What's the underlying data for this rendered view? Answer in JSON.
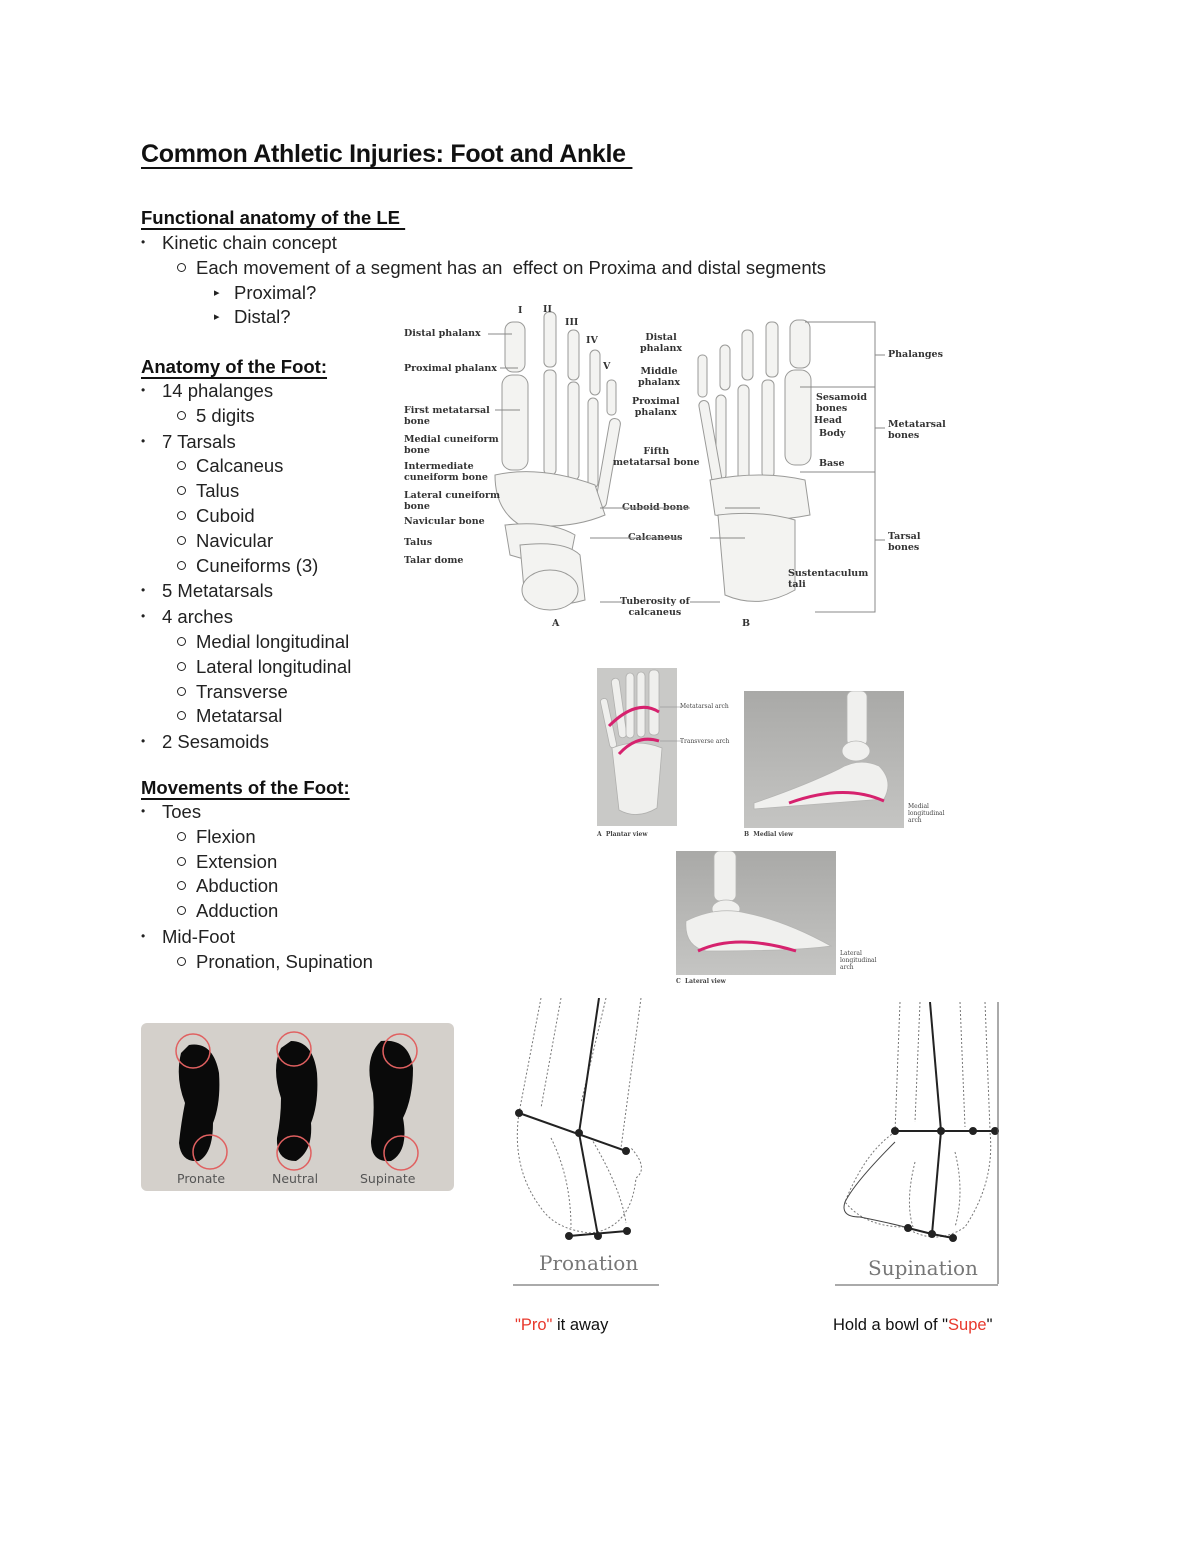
{
  "document": {
    "title": "Common Athletic Injuries: Foot and Ankle ",
    "sections": {
      "functional": {
        "heading": "Functional anatomy of the LE ",
        "items": [
          {
            "level": 1,
            "text": "Kinetic chain concept"
          },
          {
            "level": 2,
            "text": "Each movement of a segment has an  effect on Proxima and distal segments"
          },
          {
            "level": 3,
            "text": "Proximal?"
          },
          {
            "level": 3,
            "text": "Distal?"
          }
        ]
      },
      "anatomy": {
        "heading": "Anatomy of the Foot:",
        "items": [
          {
            "level": 1,
            "text": "14 phalanges"
          },
          {
            "level": 2,
            "text": "5 digits"
          },
          {
            "level": 1,
            "text": "7 Tarsals"
          },
          {
            "level": 2,
            "text": "Calcaneus"
          },
          {
            "level": 2,
            "text": "Talus"
          },
          {
            "level": 2,
            "text": "Cuboid"
          },
          {
            "level": 2,
            "text": "Navicular"
          },
          {
            "level": 2,
            "text": "Cuneiforms (3)"
          },
          {
            "level": 1,
            "text": "5 Metatarsals"
          },
          {
            "level": 1,
            "text": "4 arches"
          },
          {
            "level": 2,
            "text": "Medial longitudinal"
          },
          {
            "level": 2,
            "text": "Lateral longitudinal"
          },
          {
            "level": 2,
            "text": "Transverse"
          },
          {
            "level": 2,
            "text": "Metatarsal"
          },
          {
            "level": 1,
            "text": "2 Sesamoids"
          }
        ]
      },
      "movements": {
        "heading": "Movements of the Foot:",
        "items": [
          {
            "level": 1,
            "text": "Toes"
          },
          {
            "level": 2,
            "text": "Flexion"
          },
          {
            "level": 2,
            "text": "Extension"
          },
          {
            "level": 2,
            "text": "Abduction"
          },
          {
            "level": 2,
            "text": "Adduction"
          },
          {
            "level": 1,
            "text": "Mid-Foot"
          },
          {
            "level": 2,
            "text": "Pronation, Supination"
          }
        ]
      }
    },
    "figures": {
      "skeleton": {
        "roman": [
          "I",
          "II",
          "III",
          "IV",
          "V"
        ],
        "left_labels": [
          "Distal phalanx",
          "Proximal phalanx",
          "First metatarsal\nbone",
          "Medial cuneiform\nbone",
          "Intermediate\ncuneiform bone",
          "Lateral cuneiform\nbone",
          "Navicular bone",
          "Talus",
          "Talar dome"
        ],
        "center_labels": [
          "Distal\nphalanx",
          "Middle\nphalanx",
          "Proximal\nphalanx",
          "Fifth\nmetatarsal bone",
          "Cuboid bone",
          "Calcaneus",
          "Tuberosity of\ncalcaneus"
        ],
        "right_labels": [
          "Sesamoid\nbones",
          "Head",
          "Body",
          "Base",
          "Sustentaculum\ntali"
        ],
        "bracket_labels": [
          "Phalanges",
          "Metatarsal\nbones",
          "Tarsal\nbones"
        ],
        "panel_a": "A",
        "panel_b": "B"
      },
      "arches": {
        "plantar_caption": "A  Plantar view",
        "medial_caption": "B  Medial view",
        "lateral_caption": "C  Lateral view",
        "metatarsal_arch": "Metatarsal arch",
        "transverse_arch": "Transverse arch",
        "medial_arch": "Medial\nlongitudinal\narch",
        "lateral_arch": "Lateral\nlongitudinal\narch",
        "arch_color": "#d6226e"
      },
      "soles": {
        "labels": [
          "Pronate",
          "Neutral",
          "Supinate"
        ],
        "circle_color": "#e06060",
        "background": "#d4d0cb"
      },
      "pronation_caption": "Pronation",
      "supination_caption": "Supination"
    },
    "mnemonics": {
      "pro": {
        "open_quote": "\"",
        "highlight": "Pro",
        "close_quote": "\"",
        "rest": " it away"
      },
      "supe": {
        "prefix": "Hold a bowl of \"",
        "highlight": "Supe",
        "suffix": "\""
      }
    },
    "colors": {
      "highlight_red": "#e8382c"
    }
  }
}
